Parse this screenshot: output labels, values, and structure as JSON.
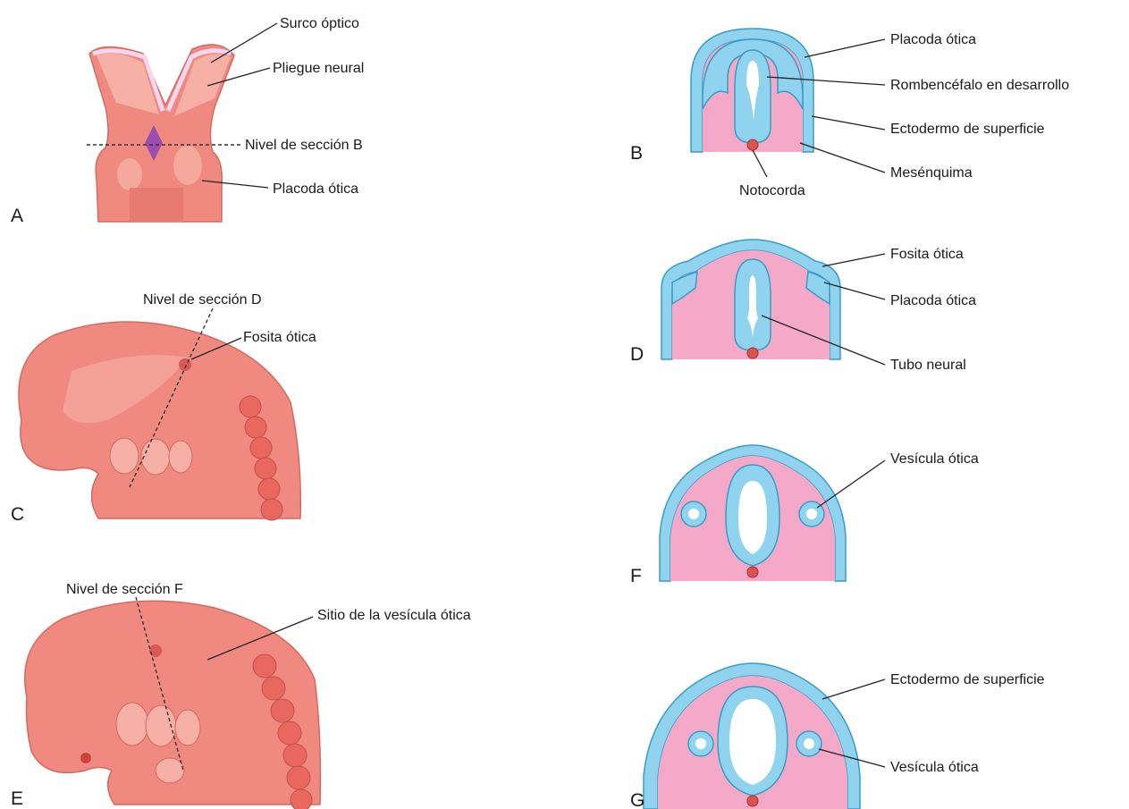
{
  "panels": {
    "A": {
      "letter": "A",
      "labels": {
        "surco": "Surco óptico",
        "pliegue": "Pliegue neural",
        "nivel": "Nivel de sección B",
        "placoda": "Placoda ótica"
      }
    },
    "B": {
      "letter": "B",
      "labels": {
        "placoda": "Placoda ótica",
        "romb": "Rombencéfalo en desarrollo",
        "ecto": "Ectodermo de superficie",
        "mes": "Mesénquima",
        "noto": "Notocorda"
      }
    },
    "C": {
      "letter": "C",
      "labels": {
        "nivel": "Nivel de sección D",
        "fosita": "Fosita ótica"
      }
    },
    "D": {
      "letter": "D",
      "labels": {
        "fosita": "Fosita ótica",
        "placoda": "Placoda ótica",
        "tubo": "Tubo neural"
      }
    },
    "E": {
      "letter": "E",
      "labels": {
        "nivel": "Nivel de sección F",
        "sitio": "Sitio de la vesícula ótica"
      }
    },
    "F": {
      "letter": "F",
      "labels": {
        "vesicula": "Vesícula ótica"
      }
    },
    "G": {
      "letter": "G",
      "labels": {
        "ecto": "Ectodermo de superficie",
        "vesicula": "Vesícula ótica"
      }
    }
  },
  "colors": {
    "ectoderm": "#8fd3ee",
    "mesenchyme": "#f4a9c9",
    "embryo": "#f08a80",
    "notochord": "#d9534f"
  }
}
